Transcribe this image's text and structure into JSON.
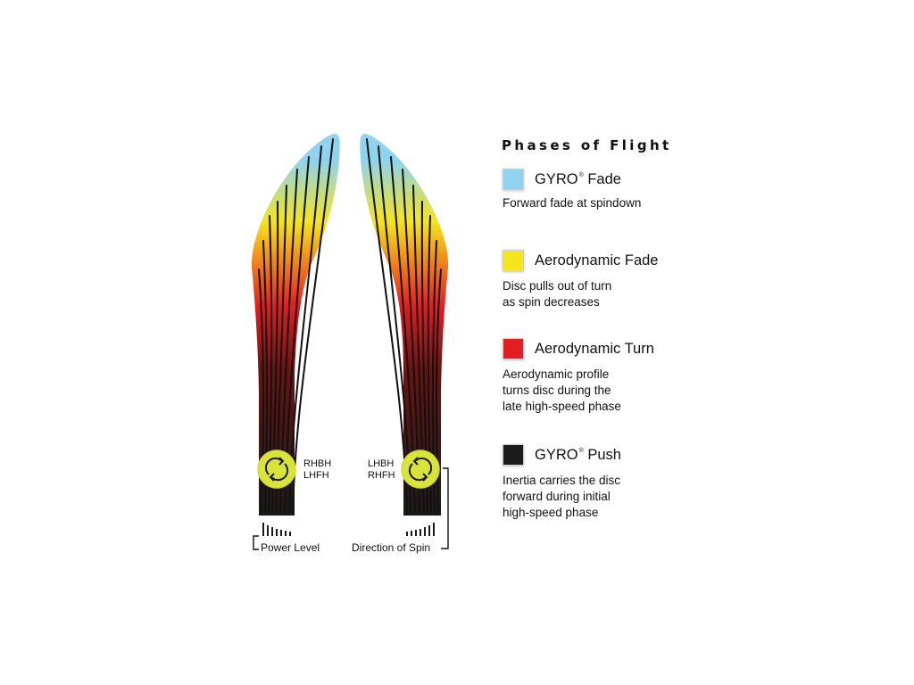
{
  "legend": {
    "title": "Phases of Flight",
    "items": [
      {
        "name": "GYRO",
        "mark": "®",
        "suffix": " Fade",
        "description": "Forward fade at spindown",
        "color": "#8fd3ee"
      },
      {
        "name": "Aerodynamic Fade",
        "mark": "",
        "suffix": "",
        "description": "Disc pulls out of turn\nas spin decreases",
        "color": "#f5e51e"
      },
      {
        "name": "Aerodynamic Turn",
        "mark": "",
        "suffix": "",
        "description": "Aerodynamic profile\nturns disc during the\nlate high-speed phase",
        "color": "#e41d24"
      },
      {
        "name": "GYRO",
        "mark": "®",
        "suffix": " Push",
        "description": "Inertia carries the disc\nforward during initial\nhigh-speed phase",
        "color": "#1b1b1b"
      }
    ]
  },
  "diagram": {
    "left_throw": {
      "line1": "RHBH",
      "line2": "LHFH"
    },
    "right_throw": {
      "line1": "LHBH",
      "line2": "RHFH"
    },
    "power_label": "Power Level",
    "spin_label": "Direction of Spin",
    "spin_marker_color": "#d8e43a",
    "colors": {
      "sky": "#8fd3ee",
      "yellow": "#f5e51e",
      "orange": "#f08a1c",
      "red": "#e41d24",
      "dark": "#1b1b1b"
    }
  }
}
